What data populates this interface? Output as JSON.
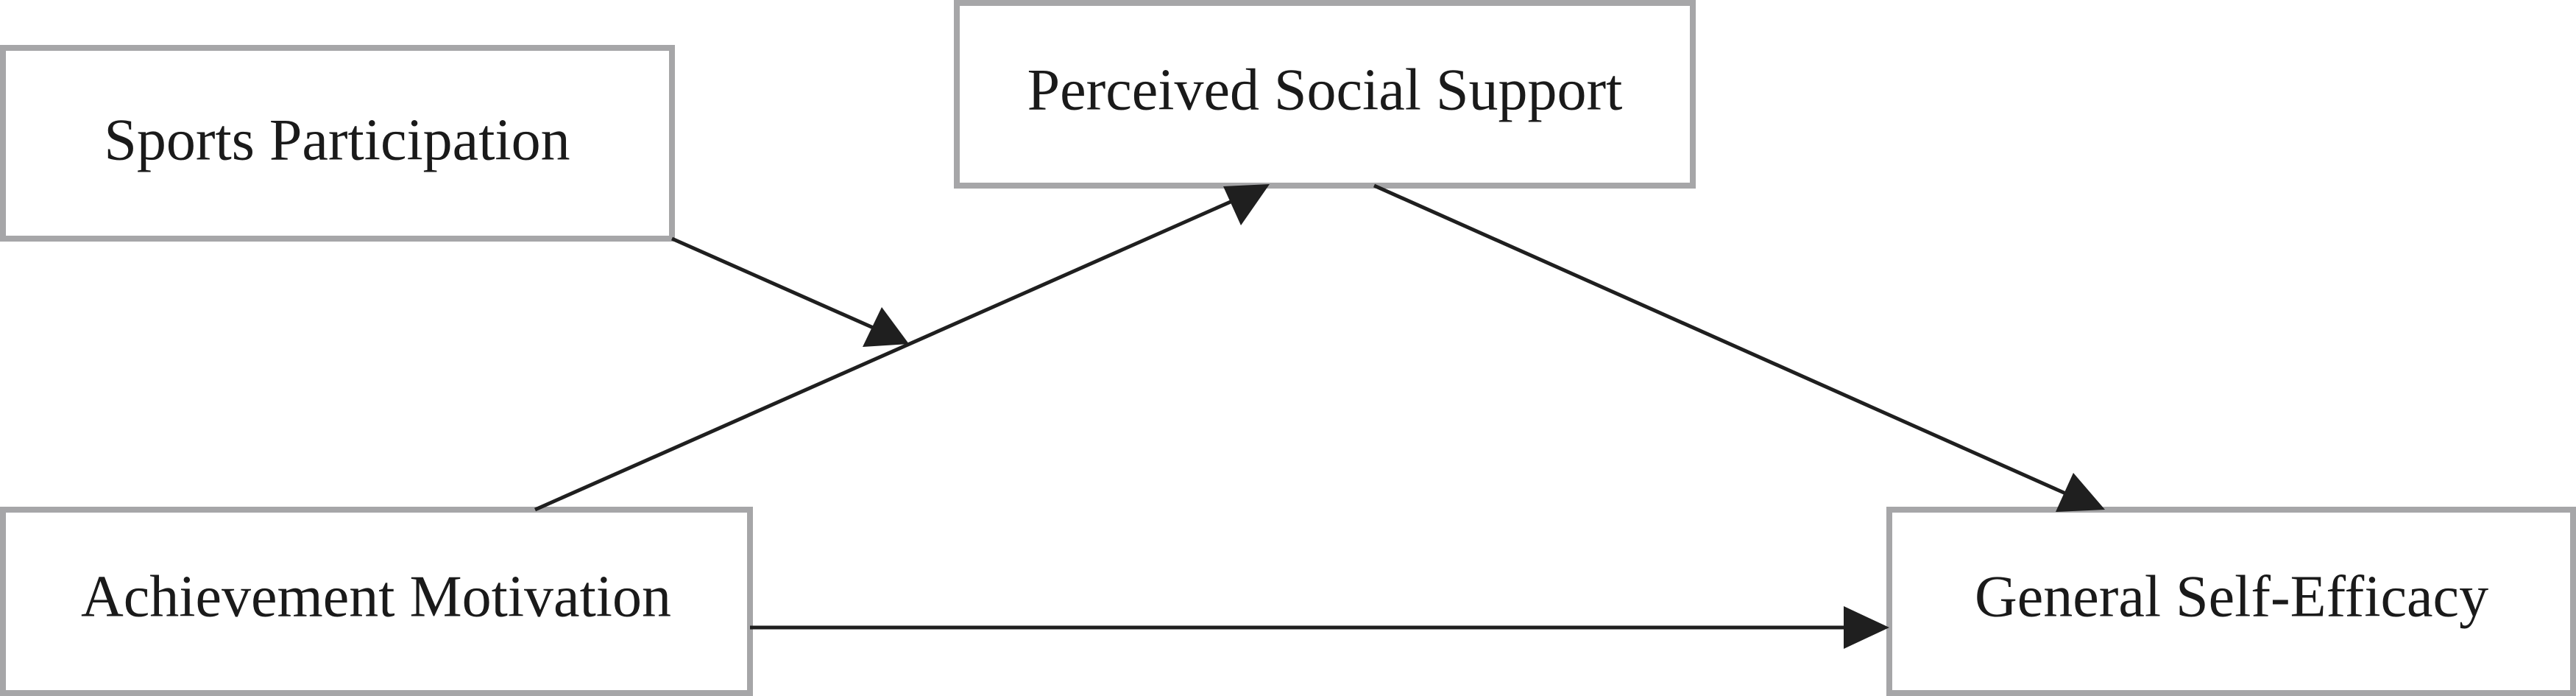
{
  "nodes": {
    "sports_participation": {
      "label": "Sports Participation"
    },
    "perceived_social_support": {
      "label": "Perceived Social Support"
    },
    "achievement_motivation": {
      "label": "Achievement Motivation"
    },
    "general_self_efficacy": {
      "label": "General Self-Efficacy"
    }
  },
  "edges": [
    {
      "from": "achievement_motivation",
      "to": "perceived_social_support"
    },
    {
      "from": "perceived_social_support",
      "to": "general_self_efficacy"
    },
    {
      "from": "achievement_motivation",
      "to": "general_self_efficacy"
    },
    {
      "from": "sports_participation",
      "to": "achievement_motivation -> perceived_social_support path"
    }
  ],
  "colors": {
    "box_border": "#a6a6a8",
    "line": "#1f1f1f",
    "text": "#1a1a1a",
    "background": "#ffffff"
  }
}
